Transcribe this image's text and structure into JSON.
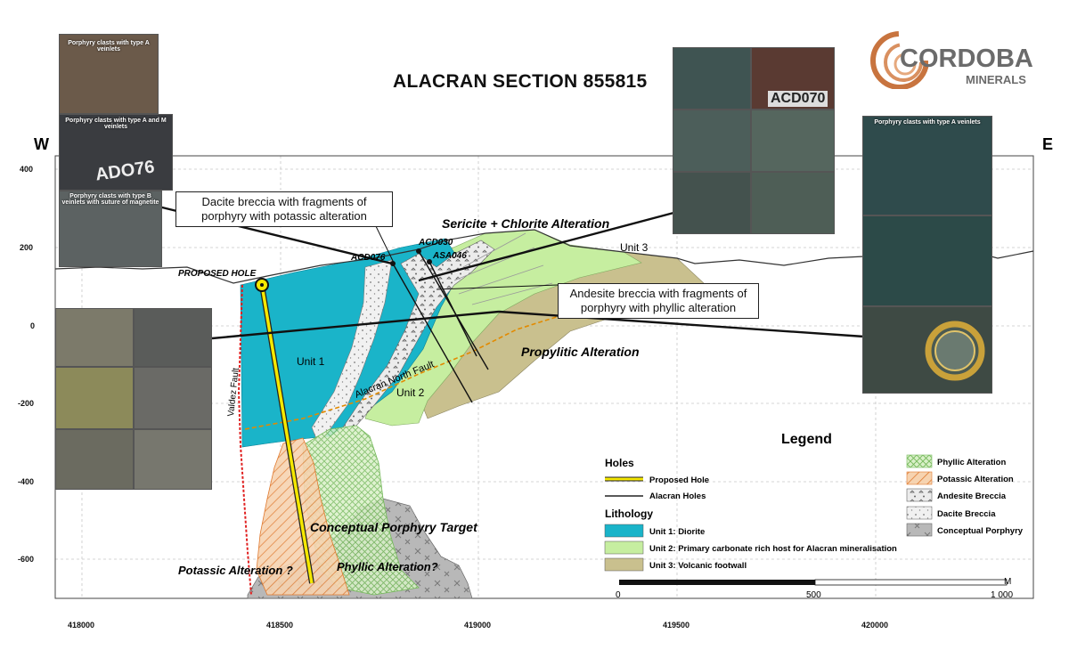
{
  "title": "ALACRAN SECTION 855815",
  "logo": {
    "line1": "CORDOBA",
    "line2": "MINERALS",
    "color": "#c8743f"
  },
  "compass": {
    "west": "W",
    "east": "E"
  },
  "axes": {
    "y_ticks": [
      "400",
      "200",
      "0",
      "-200",
      "-400",
      "-600"
    ],
    "x_ticks": [
      "418000",
      "418500",
      "419000",
      "419500",
      "420000"
    ]
  },
  "callouts": {
    "dacite": "Dacite breccia with fragments of porphyry with potassic alteration",
    "andesite": "Andesite breccia with fragments of porphyry with phyllic alteration"
  },
  "labels": {
    "proposed_hole": "PROPOSED HOLE",
    "acd076": "ACD076",
    "acd030": "ACD030",
    "asa046": "ASA046",
    "sericite": "Sericite + Chlorite Alteration",
    "unit1": "Unit 1",
    "unit2": "Unit 2",
    "unit3": "Unit 3",
    "propylitic": "Propylitic Alteration",
    "valdez_fault": "Valdez Fault",
    "alacran_north_fault": "Alacran North Fault",
    "conceptual_target": "Conceptual Porphyry Target",
    "potassic_q": "Potassic Alteration ?",
    "phyllic_q": "Phyllic Alteration?"
  },
  "photos": {
    "p1_label": "Porphyry clasts with type A veinlets",
    "p2_label": "Porphyry clasts with type A and M veinlets",
    "p3_label": "Porphyry clasts with type B veinlets with suture of magnetite",
    "p4_label": "Porphyry clasts with type A veinlets",
    "handwriting1": "ADO76",
    "handwriting2": "ACD070"
  },
  "legend": {
    "title": "Legend",
    "holes_header": "Holes",
    "proposed_hole": "Proposed Hole",
    "alacran_holes": "Alacran Holes",
    "lithology_header": "Lithology",
    "unit1": "Unit 1: Diorite",
    "unit2": "Unit 2: Primary carbonate rich host for Alacran mineralisation",
    "unit3": "Unit 3: Volcanic footwall",
    "phyllic": "Phyllic Alteration",
    "potassic": "Potassic Alteration",
    "andesite_breccia": "Andesite Breccia",
    "dacite_breccia": "Dacite Breccia",
    "conceptual_porphyry": "Conceptual Porphyry"
  },
  "scale": {
    "t0": "0",
    "t500": "500",
    "t1000": "1 000",
    "unit": "M"
  },
  "colors": {
    "unit1": "#1ab4c9",
    "unit2": "#c6eea0",
    "unit3": "#c9c08e",
    "potassic": "#e8a060",
    "phyllic": "#74b85a",
    "proposed_hole": "#f5e800",
    "valdez_fault": "#e02020",
    "north_fault": "#e28a00"
  }
}
